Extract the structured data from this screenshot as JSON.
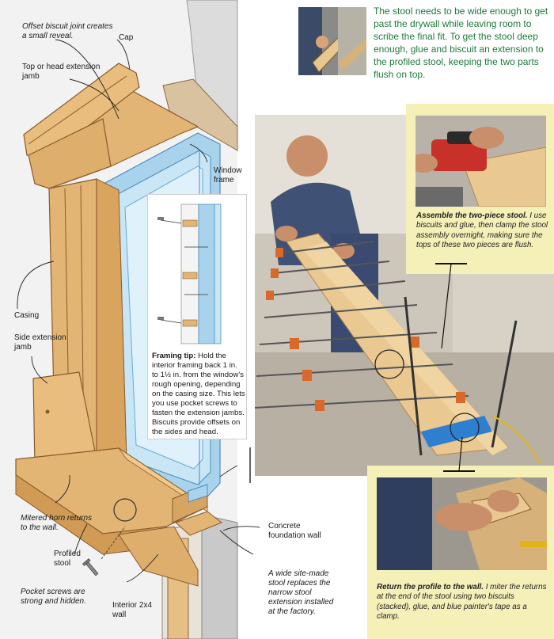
{
  "intro": {
    "text": "The stool needs to be wide enough to get past the drywall while leaving room to scribe the final fit. To get the stool deep enough, glue and biscuit an extension to the profiled stool, keeping the two parts flush on top."
  },
  "labels": {
    "offset_biscuit": "Offset biscuit joint creates a small reveal.",
    "cap": "Cap",
    "head_extension": "Top or head extension jamb",
    "window_frame": "Window frame",
    "casing": "Casing",
    "side_extension": "Side extension jamb",
    "mitered_horn": "Mitered horn returns to the wall.",
    "profiled_stool": "Profiled stool",
    "pocket_screws": "Pocket screws are strong and hidden.",
    "interior_wall": "Interior 2x4 wall",
    "concrete_wall": "Concrete foundation wall",
    "site_made_stool": "A wide site-made stool replaces the narrow stool extension installed at the factory."
  },
  "framing_tip": {
    "title": "Framing tip:",
    "body": "Hold the interior framing back 1 in. to 1½ in. from the window's rough opening, depending on the casing size. This lets you use pocket screws to fasten the extension jambs. Biscuits provide offsets on the sides and head."
  },
  "caption_assemble": {
    "title": "Assemble the two-piece stool.",
    "body": "I use biscuits and glue, then clamp the stool assembly overnight, making sure the tops of these two pieces are flush."
  },
  "caption_return": {
    "title": "Return the profile to the wall.",
    "body": "I miter the returns at the end of the stool using two biscuits (stacked), glue, and blue painter's tape as a clamp."
  },
  "colors": {
    "intro_text": "#1e7a3a",
    "inset_background": "#f5efb8",
    "wood": "#e3b574",
    "window_blue": "#a9d3ec",
    "painters_tape": "#2f7fd0"
  }
}
